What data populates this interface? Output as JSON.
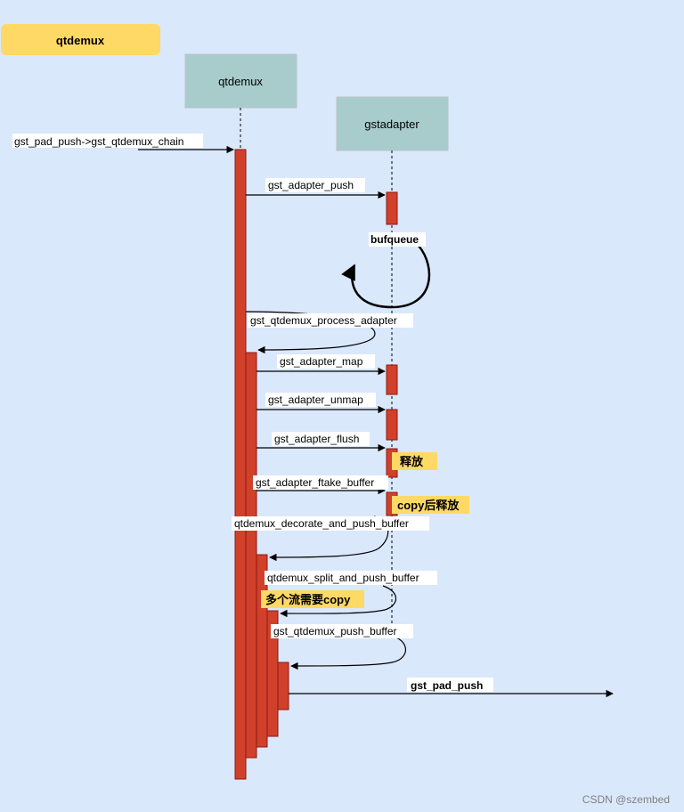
{
  "title_badge": {
    "text": "qtdemux",
    "color": "#ffd966"
  },
  "colors": {
    "background": "#dae8fc",
    "lifeline_box": "#a8cccc",
    "activation": "#d0402b",
    "activation_stroke": "#8b1a10",
    "note_fill": "#ffd966"
  },
  "participants": {
    "qtdemux": "qtdemux",
    "gstadapter": "gstadapter"
  },
  "messages": {
    "chain": "gst_pad_push->gst_qtdemux_chain",
    "adapter_push": "gst_adapter_push",
    "bufqueue": "bufqueue",
    "process_adapter": "gst_qtdemux_process_adapter",
    "adapter_map": "gst_adapter_map",
    "adapter_unmap": "gst_adapter_unmap",
    "adapter_flush": "gst_adapter_flush",
    "adapter_take_buffer": "gst_adapter_ftake_buffer",
    "decorate_push": "qtdemux_decorate_and_push_buffer",
    "split_push": "qtdemux_split_and_push_buffer",
    "qtdemux_push": "gst_qtdemux_push_buffer",
    "pad_push": "gst_pad_push"
  },
  "notes": {
    "release": "释放",
    "copy_release": "copy后释放",
    "multi_stream": "多个流需要copy"
  },
  "watermark": "CSDN @szembed"
}
